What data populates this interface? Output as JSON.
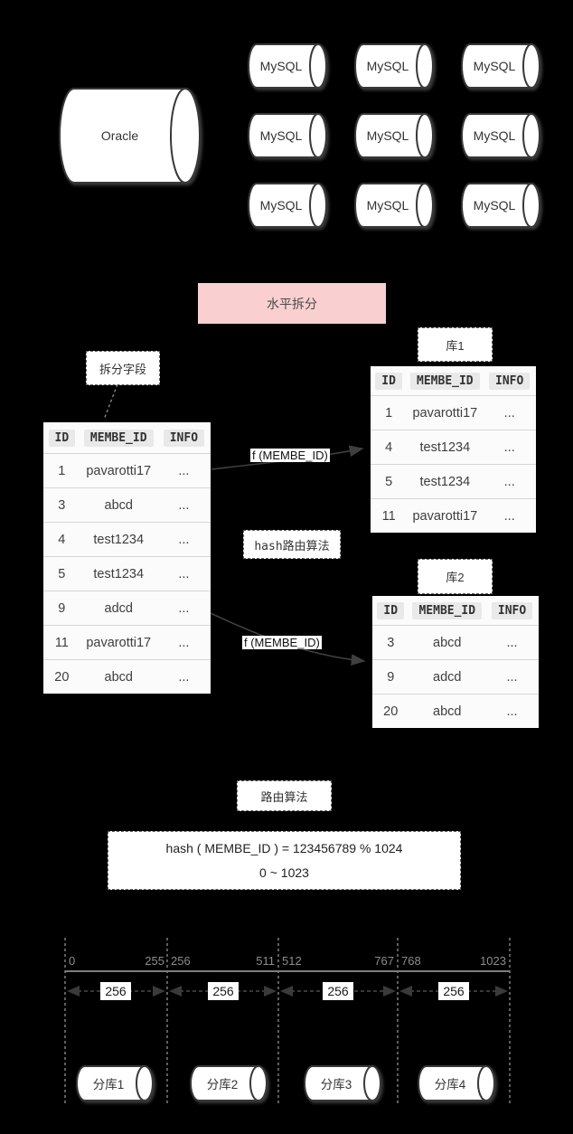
{
  "top": {
    "oracle": "Oracle",
    "mysql_nodes": [
      "MySQL",
      "MySQL",
      "MySQL",
      "MySQL",
      "MySQL",
      "MySQL",
      "MySQL",
      "MySQL",
      "MySQL"
    ]
  },
  "banner": {
    "horizontal_split": "水平拆分"
  },
  "labels": {
    "split_field": "拆分字段",
    "hash_route": "hash路由算法",
    "route_algorithm": "路由算法",
    "fn_top": "f (MEMBE_ID)",
    "fn_bottom": "f (MEMBE_ID)",
    "db1": "库1",
    "db2": "库2"
  },
  "tables": {
    "headers": [
      "ID",
      "MEMBE_ID",
      "INFO"
    ],
    "source_rows": [
      [
        "1",
        "pavarotti17",
        "..."
      ],
      [
        "3",
        "abcd",
        "..."
      ],
      [
        "4",
        "test1234",
        "..."
      ],
      [
        "5",
        "test1234",
        "..."
      ],
      [
        "9",
        "adcd",
        "..."
      ],
      [
        "11",
        "pavarotti17",
        "..."
      ],
      [
        "20",
        "abcd",
        "..."
      ]
    ],
    "db1_rows": [
      [
        "1",
        "pavarotti17",
        "..."
      ],
      [
        "4",
        "test1234",
        "..."
      ],
      [
        "5",
        "test1234",
        "..."
      ],
      [
        "11",
        "pavarotti17",
        "..."
      ]
    ],
    "db2_rows": [
      [
        "3",
        "abcd",
        "..."
      ],
      [
        "9",
        "adcd",
        "..."
      ],
      [
        "20",
        "abcd",
        "..."
      ]
    ]
  },
  "routing": {
    "formula_line1": "hash ( MEMBE_ID ) = 123456789 % 1024",
    "formula_line2": "0 ~ 1023",
    "ticks": [
      "0",
      "255",
      "256",
      "511",
      "512",
      "767",
      "768",
      "1023"
    ],
    "segment_labels": [
      "256",
      "256",
      "256",
      "256"
    ],
    "shards": [
      "分库1",
      "分库2",
      "分库3",
      "分库4"
    ]
  },
  "colors": {
    "canvas_bg": "#000000",
    "banner_pink": "#f9cfcf",
    "cylinder_fill": "#ffffff",
    "cylinder_stroke": "#383838",
    "table_bg": "#fbfbfb",
    "header_chip": "#e9e9e9",
    "arrow": "#3f3f3f",
    "tick_text": "#8c8c8c"
  }
}
